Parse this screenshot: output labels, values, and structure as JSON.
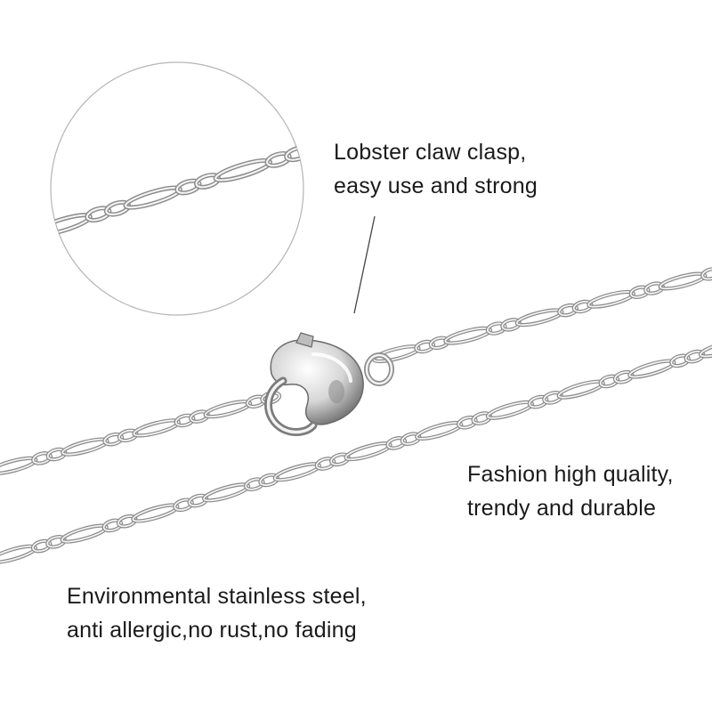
{
  "captions": {
    "clasp": {
      "line1": "Lobster claw clasp,",
      "line2": "easy use and strong"
    },
    "quality": {
      "line1": "Fashion high quality,",
      "line2": "trendy and durable"
    },
    "steel": {
      "line1": "Environmental stainless steel,",
      "line2": "anti allergic,no rust,no fading"
    }
  },
  "colors": {
    "background": "#ffffff",
    "text": "#1a1a1a",
    "metal_light": "#f4f4f4",
    "metal_dark": "#8a8a8a",
    "magnifier_outline": "#b5b5b5",
    "pointer_line": "#444444"
  }
}
